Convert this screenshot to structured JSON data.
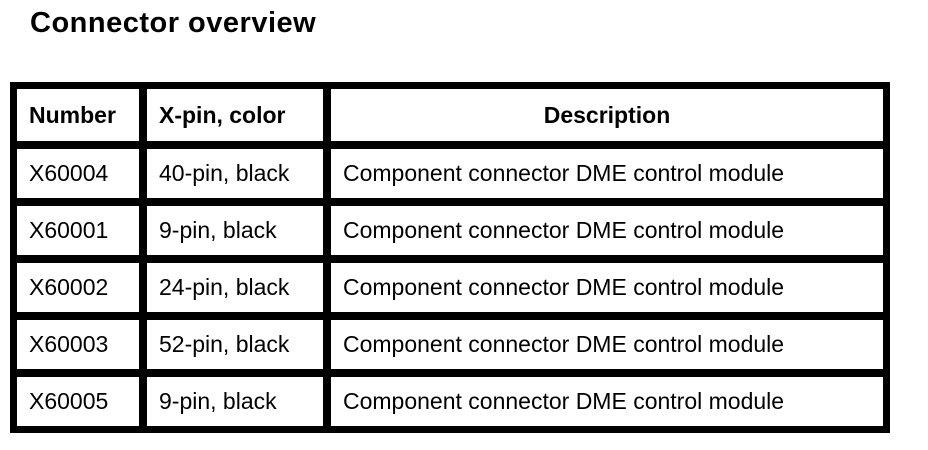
{
  "page": {
    "title": "Connector overview"
  },
  "colors": {
    "text": "#000000",
    "background": "#ffffff",
    "table_border": "#000000"
  },
  "table": {
    "headers": {
      "number": "Number",
      "xpin": "X-pin, color",
      "description": "Description"
    },
    "rows": [
      {
        "number": "X60004",
        "xpin": "40-pin, black",
        "description": "Component connector DME control module"
      },
      {
        "number": "X60001",
        "xpin": "9-pin, black",
        "description": "Component connector DME control module"
      },
      {
        "number": "X60002",
        "xpin": "24-pin, black",
        "description": "Component connector DME control module"
      },
      {
        "number": "X60003",
        "xpin": "52-pin, black",
        "description": "Component connector DME control module"
      },
      {
        "number": "X60005",
        "xpin": "9-pin, black",
        "description": "Component connector DME control module"
      }
    ]
  }
}
